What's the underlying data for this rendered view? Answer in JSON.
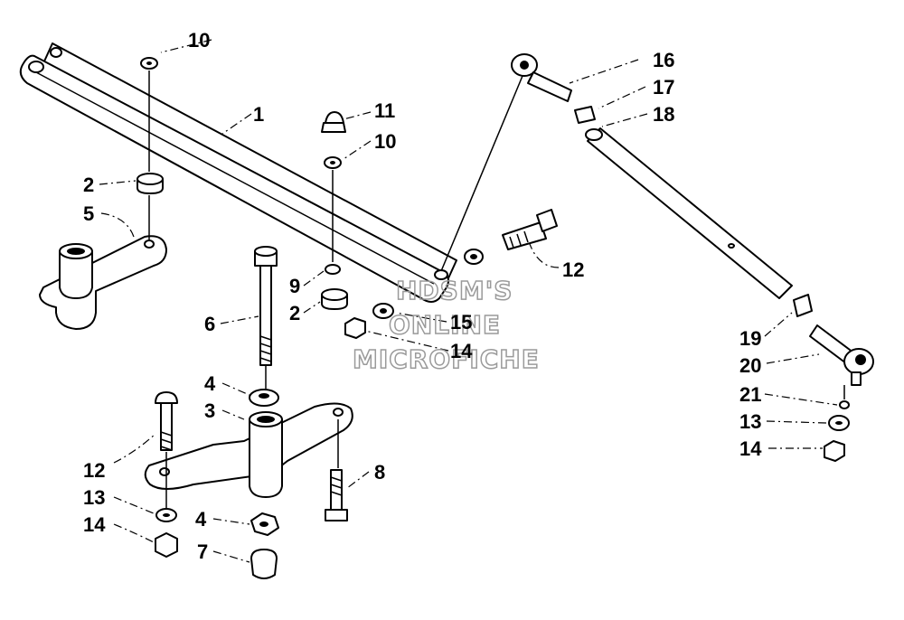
{
  "watermark": {
    "line1": "HDSM'S",
    "line2": "ONLINE",
    "line3": "MICROFICHE"
  },
  "callouts": {
    "c1": "1",
    "c2a": "2",
    "c2b": "2",
    "c3": "3",
    "c4a": "4",
    "c4b": "4",
    "c5": "5",
    "c6": "6",
    "c7": "7",
    "c8": "8",
    "c9": "9",
    "c10a": "10",
    "c10b": "10",
    "c11": "11",
    "c12a": "12",
    "c12b": "12",
    "c13a": "13",
    "c13b": "13",
    "c14a": "14",
    "c14b": "14",
    "c14c": "14",
    "c15": "15",
    "c16": "16",
    "c17": "17",
    "c18": "18",
    "c19": "19",
    "c20": "20",
    "c21": "21"
  }
}
